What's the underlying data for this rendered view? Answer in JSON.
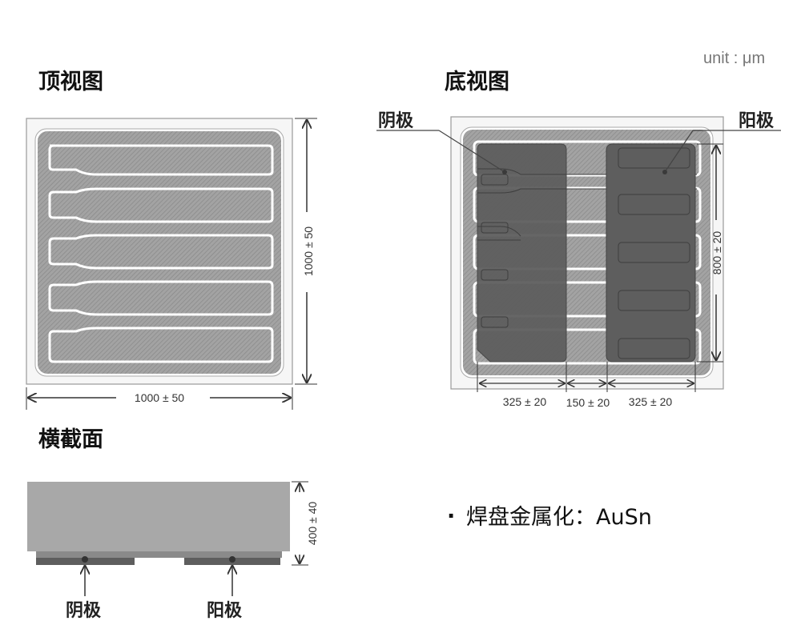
{
  "unit": "unit : μm",
  "top_view": {
    "title": "顶视图",
    "width_dim": "1000 ± 50",
    "height_dim": "1000 ± 50"
  },
  "bottom_view": {
    "title": "底视图",
    "cathode_label": "阴极",
    "anode_label": "阳极",
    "height_dim": "800 ± 20",
    "width_dims": [
      "325 ± 20",
      "150 ± 20",
      "325 ± 20"
    ]
  },
  "cross_section": {
    "title": "横截面",
    "thickness_dim": "400 ± 40",
    "cathode_label": "阴极",
    "anode_label": "阳极"
  },
  "note": {
    "bullet": "·",
    "text": "焊盘金属化：AuSn"
  },
  "colors": {
    "hatch": "#9a9a9a",
    "pad": "#5e5e5e",
    "body": "#a8a8a8"
  }
}
